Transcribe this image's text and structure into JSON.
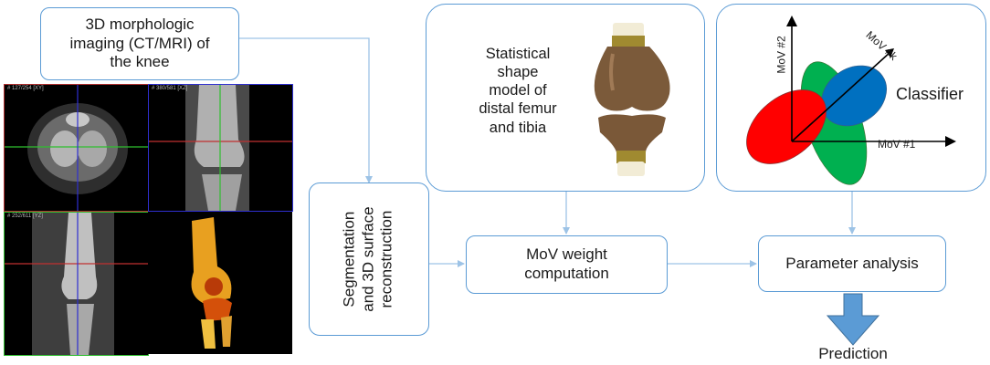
{
  "boxes": {
    "imaging": "3D morphologic\nimaging (CT/MRI) of\nthe knee",
    "segmentation": "Segmentation\nand 3D surface\nreconstruction",
    "ssm": "Statistical\nshape\nmodel of\ndistal femur\nand tibia",
    "mov_weight": "MoV weight\ncomputation",
    "parameter": "Parameter analysis",
    "prediction": "Prediction"
  },
  "classifier": {
    "label": "Classifier",
    "axis_x": "MoV #1",
    "axis_y": "MoV #2",
    "axis_k": "MoV #k"
  },
  "scan_panels": [
    {
      "label": "# 127/254 [XY]"
    },
    {
      "label": "# 380/581 [XZ]"
    },
    {
      "label": "# 252/611 [YZ]"
    },
    {
      "label": ""
    }
  ],
  "colors": {
    "box_border": "#5b9bd5",
    "connector": "#9dc3e6",
    "arrow_fill": "#5b9bd5",
    "ellipse_red": "#ff0000",
    "ellipse_green": "#00b050",
    "ellipse_blue": "#0070c0"
  }
}
